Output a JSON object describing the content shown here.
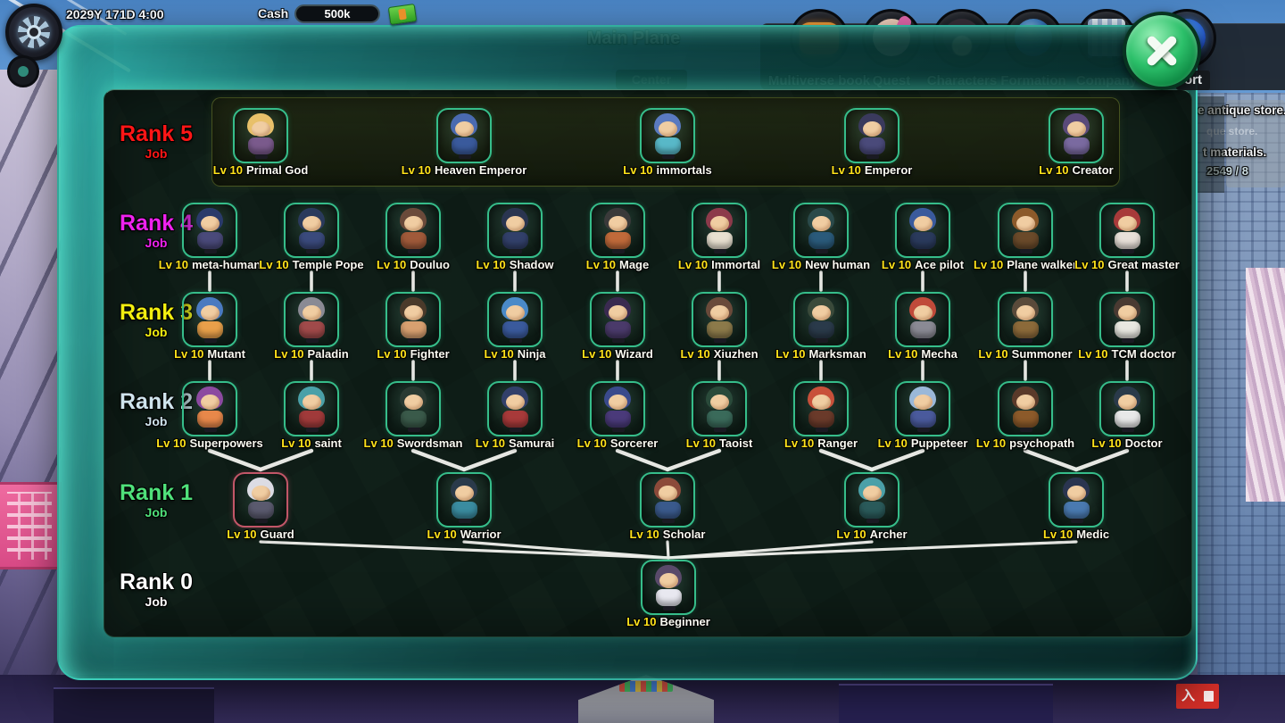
{
  "topbar": {
    "time": "2029Y 171D 4:00",
    "cash_label": "Cash",
    "cash_value": "500k",
    "icons": [
      "gear-icon",
      "money-icon"
    ]
  },
  "menu": {
    "items": [
      {
        "label": "Multiverse book",
        "icon": "book-icon"
      },
      {
        "label": "Quest",
        "icon": "quest-scroll-icon"
      },
      {
        "label": "Characters",
        "icon": "character-portrait-icon"
      },
      {
        "label": "Formation",
        "icon": "knight-horse-icon"
      },
      {
        "label": "Company",
        "icon": "buildings-icon"
      },
      {
        "label": "ort",
        "icon": "blue-flame-icon"
      }
    ]
  },
  "background": {
    "screen_title": "Main Plane",
    "center_label": "Center",
    "store_fragments": [
      "e antique store.",
      "que store.",
      "t materials.",
      "2549 / 8"
    ],
    "sign_text": "入"
  },
  "close_button": {
    "icon": "x-icon"
  },
  "tree": {
    "lv_prefix": "Lv 10",
    "default_frame_color": "#36bd8a",
    "ranks": [
      {
        "id": "rank-5",
        "label": "Rank 5",
        "sublabel": "Job",
        "color": "#ff1616",
        "jobs": [
          {
            "name": "Primal God",
            "hair": "#e8c06a",
            "body": "#7a5a8c"
          },
          {
            "name": "Heaven Emperor",
            "hair": "#4a6ab0",
            "body": "#3a5a9c"
          },
          {
            "name": "immortals",
            "hair": "#5a7ac0",
            "body": "#58b8c8"
          },
          {
            "name": "Emperor",
            "hair": "#3a3a5c",
            "body": "#4a4a7a"
          },
          {
            "name": "Creator",
            "hair": "#5a4a7a",
            "body": "#7a6aa0"
          }
        ]
      },
      {
        "id": "rank-4",
        "label": "Rank 4",
        "sublabel": "Job",
        "color": "#ee22ee",
        "jobs": [
          {
            "name": "meta-human",
            "hair": "#2a3a6a",
            "body": "#4a4a7a"
          },
          {
            "name": "Temple Pope",
            "hair": "#2a3a5c",
            "body": "#3a4a7c"
          },
          {
            "name": "Douluo",
            "hair": "#6a4a3a",
            "body": "#a05a3a"
          },
          {
            "name": "Shadow",
            "hair": "#2a3550",
            "body": "#32406a"
          },
          {
            "name": "Mage",
            "hair": "#3a3a3a",
            "body": "#c06a3a"
          },
          {
            "name": "Immortal",
            "hair": "#8c3a4a",
            "body": "#e8e0d0"
          },
          {
            "name": "New human",
            "hair": "#2a4a4a",
            "body": "#2a5a7a"
          },
          {
            "name": "Ace pilot",
            "hair": "#3a5a9c",
            "body": "#2a3a5c"
          },
          {
            "name": "Plane walker",
            "hair": "#8c5a2a",
            "body": "#6a4a2a"
          },
          {
            "name": "Great master",
            "hair": "#a83a3a",
            "body": "#e8e0d8"
          }
        ]
      },
      {
        "id": "rank-3",
        "label": "Rank 3",
        "sublabel": "Job",
        "color": "#f2ee10",
        "jobs": [
          {
            "name": "Mutant",
            "hair": "#4a7ac0",
            "body": "#e8a04a"
          },
          {
            "name": "Paladin",
            "hair": "#8a8a94",
            "body": "#a04a4a"
          },
          {
            "name": "Fighter",
            "hair": "#4a3a2a",
            "body": "#d8a070"
          },
          {
            "name": "Ninja",
            "hair": "#4a8ac8",
            "body": "#3a5a9c"
          },
          {
            "name": "Wizard",
            "hair": "#3a2a50",
            "body": "#4a3a6a"
          },
          {
            "name": "Xiuzhen",
            "hair": "#6a4a3a",
            "body": "#8c7a4a"
          },
          {
            "name": "Marksman",
            "hair": "#3a4a3a",
            "body": "#2a3a4a"
          },
          {
            "name": "Mecha",
            "hair": "#c04a3a",
            "body": "#8a8a94"
          },
          {
            "name": "Summoner",
            "hair": "#5a4a3a",
            "body": "#8c6a3a"
          },
          {
            "name": "TCM doctor",
            "hair": "#4a3a32",
            "body": "#e8e8e0"
          }
        ]
      },
      {
        "id": "rank-2",
        "label": "Rank 2",
        "sublabel": "Job",
        "color": "#cfe3ec",
        "jobs": [
          {
            "name": "Superpowers",
            "hair": "#8c4aa0",
            "body": "#e8884a"
          },
          {
            "name": "saint",
            "hair": "#4aa0a8",
            "body": "#a03a3a"
          },
          {
            "name": "Swordsman",
            "hair": "#2a3a32",
            "body": "#3a5a4a"
          },
          {
            "name": "Samurai",
            "hair": "#32406a",
            "body": "#a83a3a"
          },
          {
            "name": "Sorcerer",
            "hair": "#3a4a8c",
            "body": "#4a3a7a"
          },
          {
            "name": "Taoist",
            "hair": "#2a4a3a",
            "body": "#3a6a5a"
          },
          {
            "name": "Ranger",
            "hair": "#c8503a",
            "body": "#6a3a2a"
          },
          {
            "name": "Puppeteer",
            "hair": "#9ab8d8",
            "body": "#4a5a9c"
          },
          {
            "name": "psychopath",
            "hair": "#5a3a2a",
            "body": "#8c5a2a"
          },
          {
            "name": "Doctor",
            "hair": "#2a3a4a",
            "body": "#e8e8e8"
          }
        ]
      },
      {
        "id": "rank-1",
        "label": "Rank 1",
        "sublabel": "Job",
        "color": "#4fe07a",
        "jobs": [
          {
            "name": "Guard",
            "hair": "#dcdce4",
            "body": "#5a5a6e",
            "frame": "#c25668"
          },
          {
            "name": "Warrior",
            "hair": "#2a3a4a",
            "body": "#3a8ca0"
          },
          {
            "name": "Scholar",
            "hair": "#8c4a3a",
            "body": "#3a5a8c"
          },
          {
            "name": "Archer",
            "hair": "#4aa0a8",
            "body": "#2a5a5a"
          },
          {
            "name": "Medic",
            "hair": "#2a3550",
            "body": "#4a7ab0"
          }
        ]
      },
      {
        "id": "rank-0",
        "label": "Rank 0",
        "sublabel": "Job",
        "color": "#ffffff",
        "jobs": [
          {
            "name": "Beginner",
            "hair": "#5a4a6a",
            "body": "#e8e8f0"
          }
        ]
      }
    ]
  }
}
